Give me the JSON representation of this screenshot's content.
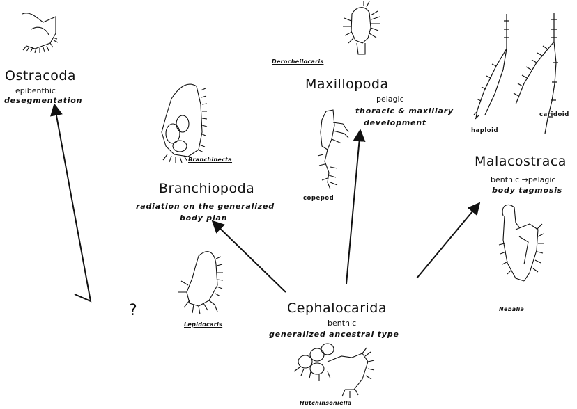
{
  "groups": {
    "ostracoda": {
      "name": "Ostracoda",
      "habitat": "epibenthic",
      "trait": "desegmentation"
    },
    "branchiopoda": {
      "name": "Branchiopoda",
      "trait_line1": "radiation on the generalized",
      "trait_line2": "body plan"
    },
    "maxillopoda": {
      "name": "Maxillopoda",
      "habitat": "pelagic",
      "trait_line1": "thoracic & maxillary",
      "trait_line2": "development"
    },
    "malacostraca": {
      "name": "Malacostraca",
      "habitat": "benthic →pelagic",
      "trait": "body tagmosis"
    },
    "cephalocarida": {
      "name": "Cephalocarida",
      "habitat": "benthic",
      "trait": "generalized ancestral type"
    }
  },
  "genera": {
    "branchinecta": "Branchinecta",
    "lepidocaris": "Lepidocaris",
    "derocheilocaris": "Derocheilocaris",
    "nebalia": "Nebalia",
    "hutchinsoniella": "Hutchinsoniella"
  },
  "forms": {
    "copepod": "copepod",
    "haploid": "haploid",
    "caridoid": "caridoid"
  },
  "unknown_marker": "?"
}
